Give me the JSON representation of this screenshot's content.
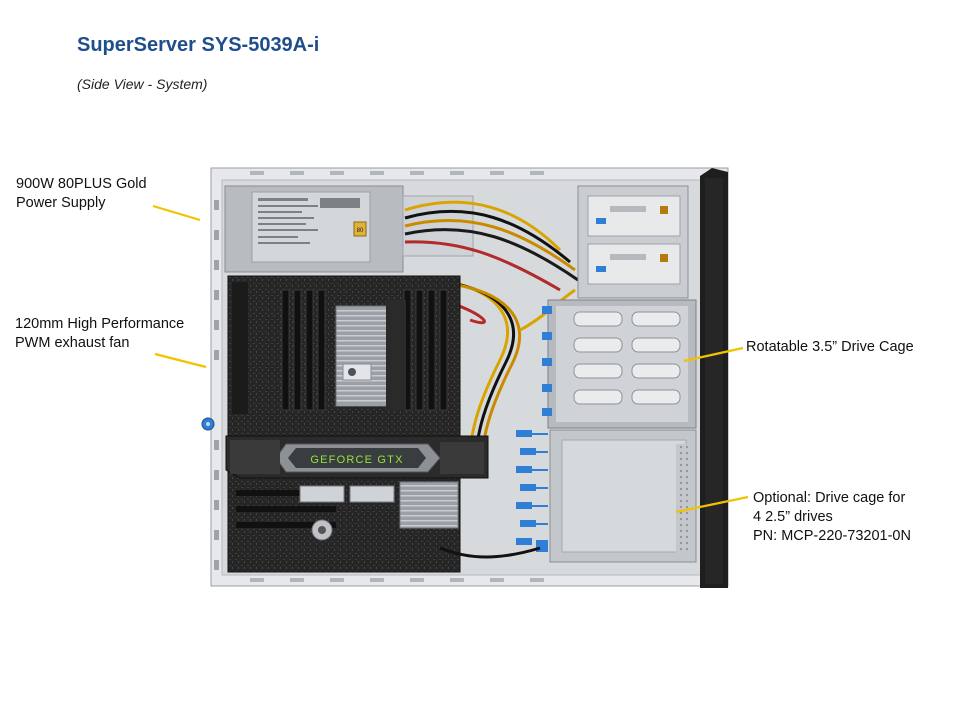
{
  "header": {
    "title": "SuperServer SYS-5039A-i",
    "subtitle": "(Side View - System)"
  },
  "callouts": {
    "psu": {
      "line1": "900W 80PLUS Gold",
      "line2": "Power Supply"
    },
    "fan": {
      "line1": "120mm High Performance",
      "line2": "PWM exhaust fan"
    },
    "drive_cage": {
      "line1": "Rotatable 3.5” Drive Cage"
    },
    "optional_cage": {
      "line1": "Optional:  Drive cage for",
      "line2": "4 2.5” drives",
      "line3": "PN: MCP-220-73201-0N"
    }
  },
  "photo": {
    "gpu_label": "GEFORCE GTX",
    "psu_badge": "80"
  },
  "colors": {
    "title": "#1f4e8c",
    "leader_line": "#f2c200",
    "chassis_frame": "#e4e6ea",
    "chassis_front": "#1e1e1e",
    "drive_latch": "#2f7fd6"
  }
}
